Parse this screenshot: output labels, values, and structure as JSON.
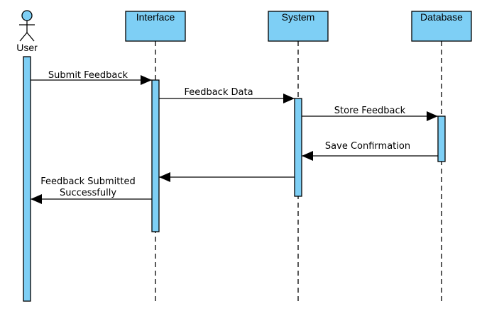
{
  "diagram": {
    "type": "sequence",
    "actor": {
      "label": "User"
    },
    "participants": [
      {
        "id": "interface",
        "label": "Interface"
      },
      {
        "id": "system",
        "label": "System"
      },
      {
        "id": "database",
        "label": "Database"
      }
    ],
    "messages": [
      {
        "from": "User",
        "to": "Interface",
        "label": "Submit Feedback"
      },
      {
        "from": "Interface",
        "to": "System",
        "label": "Feedback Data"
      },
      {
        "from": "System",
        "to": "Database",
        "label": "Store Feedback"
      },
      {
        "from": "Database",
        "to": "System",
        "label": "Save Confirmation"
      },
      {
        "from": "System",
        "to": "Interface",
        "label": ""
      },
      {
        "from": "Interface",
        "to": "User",
        "label_line1": "Feedback Submitted",
        "label_line2": "Successfully"
      }
    ],
    "colors": {
      "box_fill": "#7ECFF5",
      "stroke": "#000000"
    }
  }
}
